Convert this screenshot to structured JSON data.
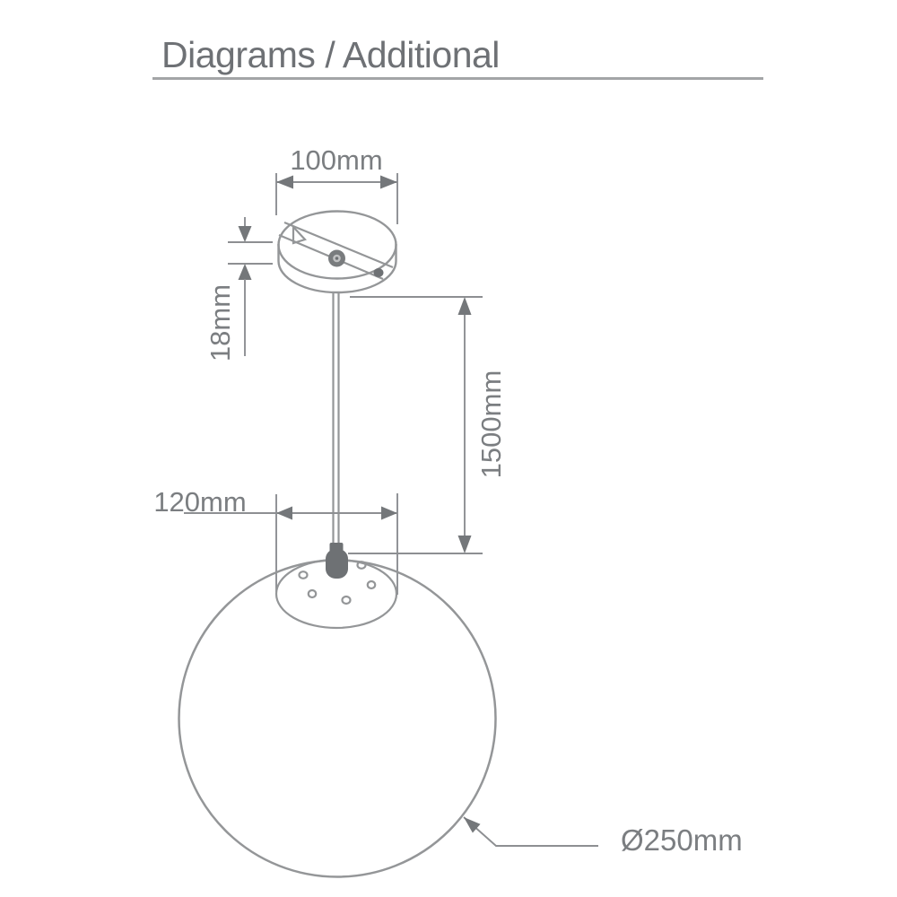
{
  "page": {
    "title": "Diagrams / Additional"
  },
  "colors": {
    "background": "#ffffff",
    "title_text": "#6e7175",
    "divider": "#a3a5a7",
    "outline_gray": "#949698",
    "dimension_line_gray": "#8d8f92",
    "dimension_text_gray": "#7b7e81",
    "fill_gray": "#6e7174"
  },
  "diagram": {
    "dimensions": {
      "canopy_width": "100mm",
      "canopy_height": "18mm",
      "suspension_length": "1500mm",
      "gallery_width": "120mm",
      "shade_diameter": "Ø250mm"
    }
  }
}
